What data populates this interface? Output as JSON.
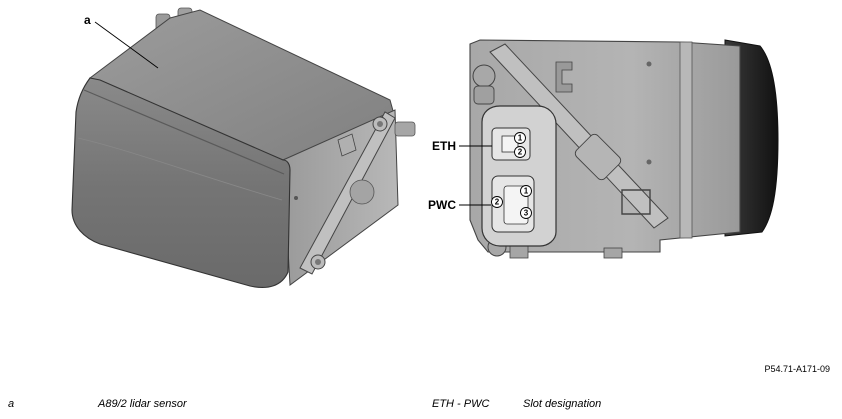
{
  "figure": {
    "callout_a": "a",
    "callout_eth": "ETH",
    "callout_pwc": "PWC",
    "eth_pins": [
      "1",
      "2"
    ],
    "pwc_pins": [
      "1",
      "2",
      "3"
    ],
    "reference": "P54.71-A171-09"
  },
  "legend": [
    {
      "key": "a",
      "text": "A89/2 lidar sensor"
    },
    {
      "key": "ETH - PWC",
      "text": "Slot designation"
    }
  ]
}
